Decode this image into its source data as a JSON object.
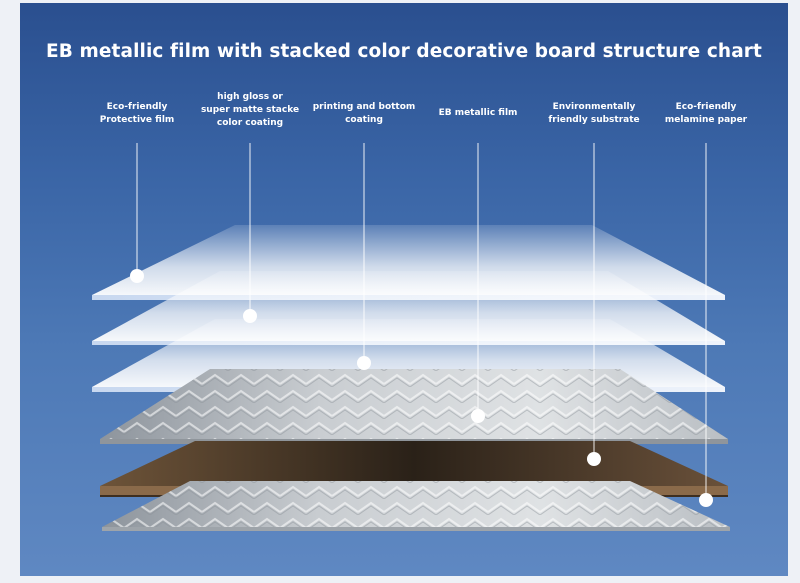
{
  "title": "EB metallic film with stacked  color decorative board  structure chart",
  "labels": [
    "Eco-friendly\nProtective film",
    "high gloss or\nsuper matte stacke\ncolor coating",
    "printing and bottom\ncoating",
    "EB metallic film",
    "Environmentally\nfriendly substrate",
    "Eco-friendly\nmelamine paper"
  ],
  "colors": {
    "background": "#3a65a6",
    "text": "#ffffff",
    "wood": "#6b4f35"
  }
}
